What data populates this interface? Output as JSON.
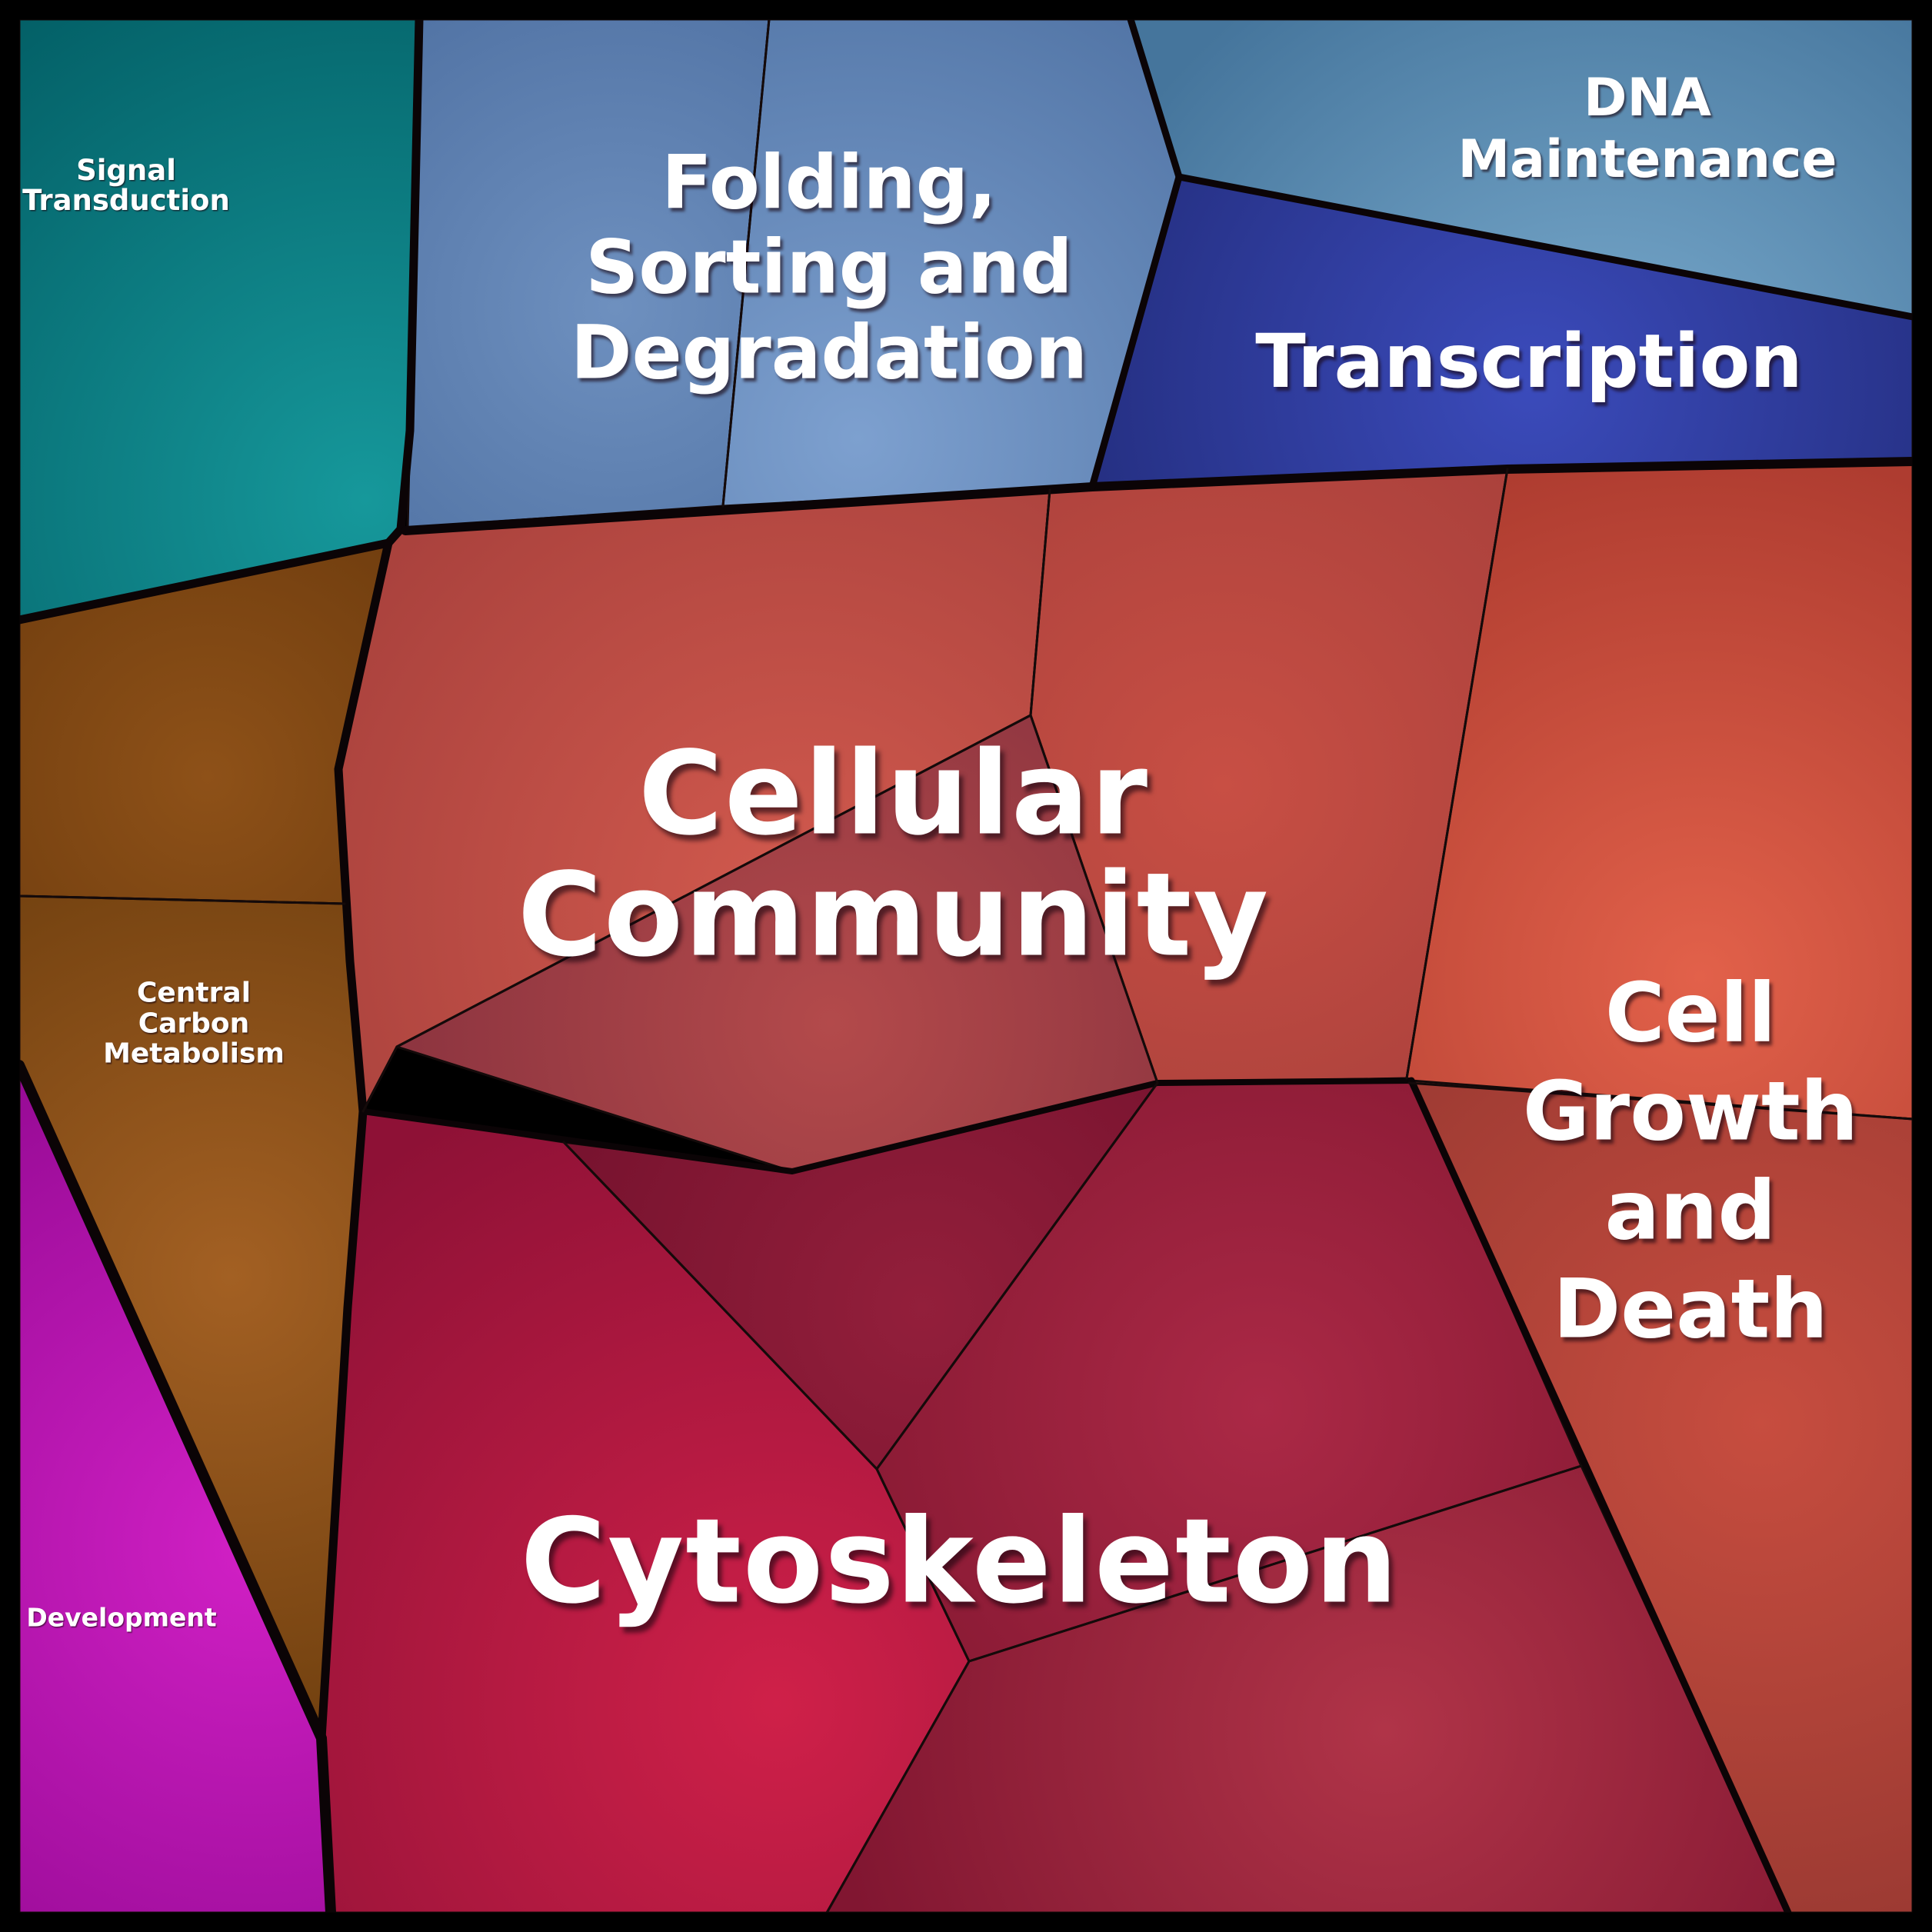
{
  "chart_data": {
    "type": "treemap",
    "subtype": "voronoi-treemap",
    "title": "",
    "legend": "none",
    "regions": [
      {
        "name": "Signal Transduction",
        "color_family": "teal",
        "base_color": "#0a8184",
        "est_area_pct": 7
      },
      {
        "name": "Folding, Sorting and Degradation",
        "color_family": "blue",
        "base_color": "#6288b8",
        "est_area_pct": 11
      },
      {
        "name": "DNA Maintenance",
        "color_family": "blue",
        "base_color": "#6d9fc2",
        "est_area_pct": 5.5
      },
      {
        "name": "Transcription",
        "color_family": "blue",
        "base_color": "#2f3da5",
        "est_area_pct": 5.5
      },
      {
        "name": "Cellular Community",
        "color_family": "red",
        "base_color": "#bc4a42",
        "est_area_pct": 15
      },
      {
        "name": "Cell Growth and Death",
        "color_family": "red",
        "base_color": "#c04b3a",
        "est_area_pct": 16.5
      },
      {
        "name": "Cytoskeleton",
        "color_family": "red",
        "base_color": "#ad2144",
        "est_area_pct": 25
      },
      {
        "name": "Central Carbon Metabolism",
        "color_family": "brown",
        "base_color": "#84491a",
        "est_area_pct": 7.5
      },
      {
        "name": "Development",
        "color_family": "magenta",
        "base_color": "#b612ab",
        "est_area_pct": 4.5
      }
    ]
  },
  "labels": {
    "signal": {
      "lines": [
        "Signal",
        "Transduction"
      ]
    },
    "folding": {
      "lines": [
        "Folding,",
        "Sorting and",
        "Degradation"
      ]
    },
    "dna": {
      "lines": [
        "DNA",
        "Maintenance"
      ]
    },
    "transcription": {
      "lines": [
        "Transcription"
      ]
    },
    "community": {
      "lines": [
        "Cellular",
        "Community"
      ]
    },
    "growth": {
      "lines": [
        "Cell",
        "Growth",
        "and",
        "Death"
      ]
    },
    "carbon": {
      "lines": [
        "Central",
        "Carbon",
        "Metabolism"
      ]
    },
    "development": {
      "lines": [
        "Development"
      ]
    },
    "cytoskeleton": {
      "lines": [
        "Cytoskeleton"
      ]
    }
  },
  "colors": {
    "frame": "#000000",
    "boundary": "#0b0406",
    "thin_line": "#140a0a",
    "teal": {
      "c": "#16989b",
      "e": "#035f66"
    },
    "fold_left": {
      "c": "#6e90bf",
      "e": "#46689a"
    },
    "fold_right": {
      "c": "#7da0cf",
      "e": "#4e71a2"
    },
    "dna": {
      "c": "#7fb0d2",
      "e": "#45759c"
    },
    "trans": {
      "c": "#3b4bbb",
      "e": "#232d7d"
    },
    "cc1": {
      "c": "#d25a4e",
      "e": "#a03c39"
    },
    "cc2": {
      "c": "#c84f44",
      "e": "#9c3a38"
    },
    "cc3": {
      "c": "#b34a4b",
      "e": "#8e3540"
    },
    "g_top": {
      "c": "#e2614a",
      "e": "#ae3c30"
    },
    "g_bot": {
      "c": "#c74d3f",
      "e": "#8c332e"
    },
    "k_main": {
      "c": "#cf2049",
      "e": "#8e1136"
    },
    "k_wedge": {
      "c": "#931f3b",
      "e": "#76122e"
    },
    "k_ur": {
      "c": "#ab2946",
      "e": "#851832"
    },
    "k_lr": {
      "c": "#b03448",
      "e": "#811631"
    },
    "brown_top": {
      "c": "#8e5118",
      "e": "#6e3c0e"
    },
    "brown_main": {
      "c": "#a36023",
      "e": "#5c3307"
    },
    "magenta": {
      "c": "#d120c5",
      "e": "#8d078d"
    }
  }
}
